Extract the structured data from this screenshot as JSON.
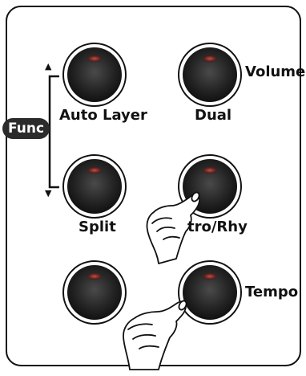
{
  "func_label": "Func",
  "arrows": {
    "up": "▲",
    "down": "▼"
  },
  "buttons": [
    {
      "id": "auto-layer",
      "label": "Auto Layer"
    },
    {
      "id": "dual",
      "label": "Dual"
    },
    {
      "id": "volume",
      "label": "Volume"
    },
    {
      "id": "split",
      "label": "Split"
    },
    {
      "id": "intro-rhy",
      "label": "tro/Rhy"
    },
    {
      "id": "bottom-left",
      "label": ""
    },
    {
      "id": "tempo",
      "label": "Tempo"
    }
  ],
  "colors": {
    "knob_dark": "#1c1c1c",
    "knob_highlight": "#8a2a2a",
    "outline": "#111111"
  }
}
